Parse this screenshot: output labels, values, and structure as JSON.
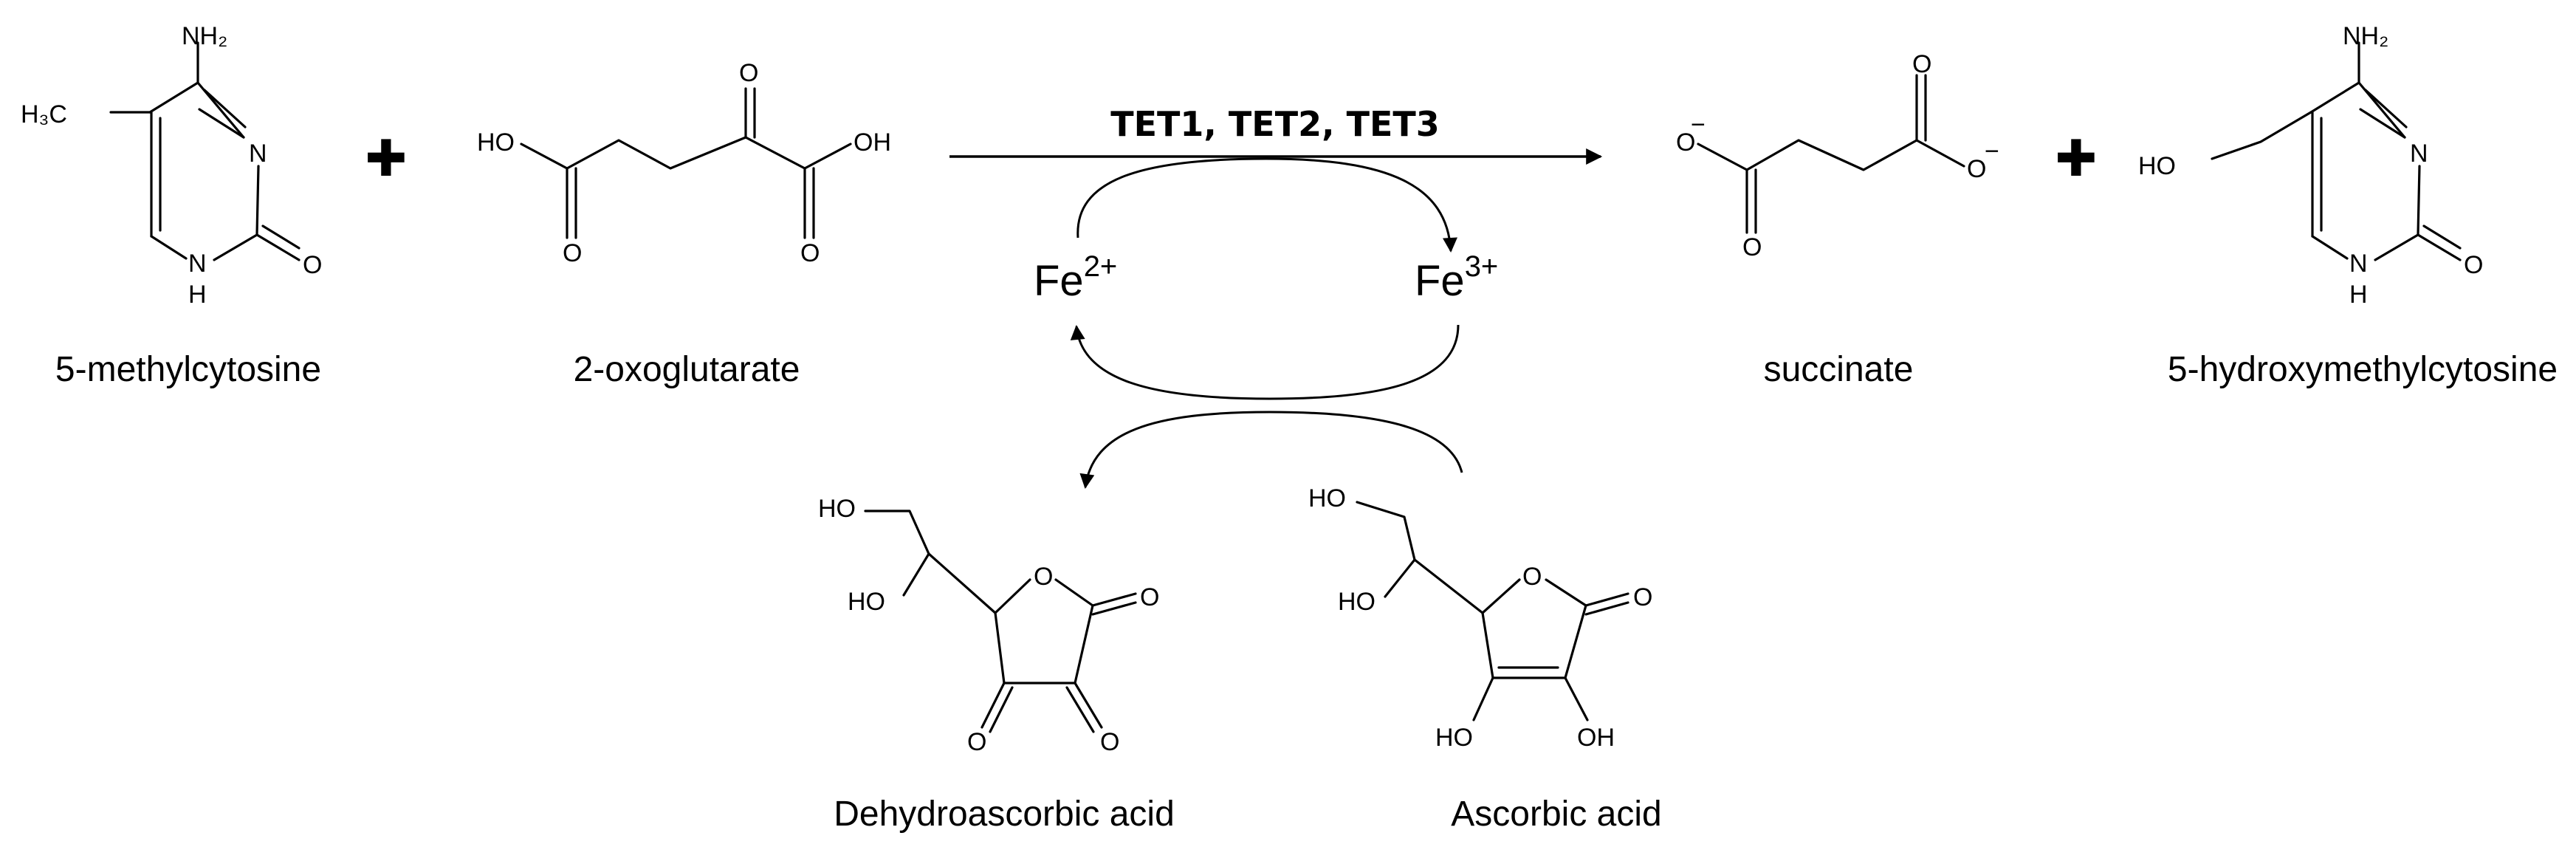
{
  "molecules": {
    "mc": {
      "name": "5-methylcytosine",
      "nh2": "NH₂",
      "h3c": "H₃C",
      "n": "N",
      "o": "O",
      "nh": "N",
      "h": "H"
    },
    "og": {
      "name": "2-oxoglutarate",
      "ho": "HO",
      "oh": "OH",
      "o_top": "O",
      "o_left": "O",
      "o_right": "O"
    },
    "suc": {
      "name": "succinate",
      "o_neg_left": "O",
      "o_neg_right": "O",
      "o_left": "O",
      "o_right": "O",
      "minus": "−"
    },
    "hmc": {
      "name": "5-hydroxymethylcytosine",
      "nh2": "NH₂",
      "ho": "HO",
      "n": "N",
      "o": "O",
      "nh": "N",
      "h": "H"
    },
    "dha": {
      "name": "Dehydroascorbic acid",
      "ho_top": "HO",
      "ho_mid": "HO",
      "o_ring": "O",
      "o_right": "O",
      "o_bl": "O",
      "o_br": "O"
    },
    "asc": {
      "name": "Ascorbic acid",
      "ho_top": "HO",
      "ho_mid": "HO",
      "o_ring": "O",
      "o_right": "O",
      "ho_bl": "HO",
      "oh_br": "OH"
    }
  },
  "reaction": {
    "enzymes": "TET1, TET2, TET3",
    "plus": "✚",
    "fe2": {
      "base": "Fe",
      "charge": "2+"
    },
    "fe3": {
      "base": "Fe",
      "charge": "3+"
    }
  }
}
